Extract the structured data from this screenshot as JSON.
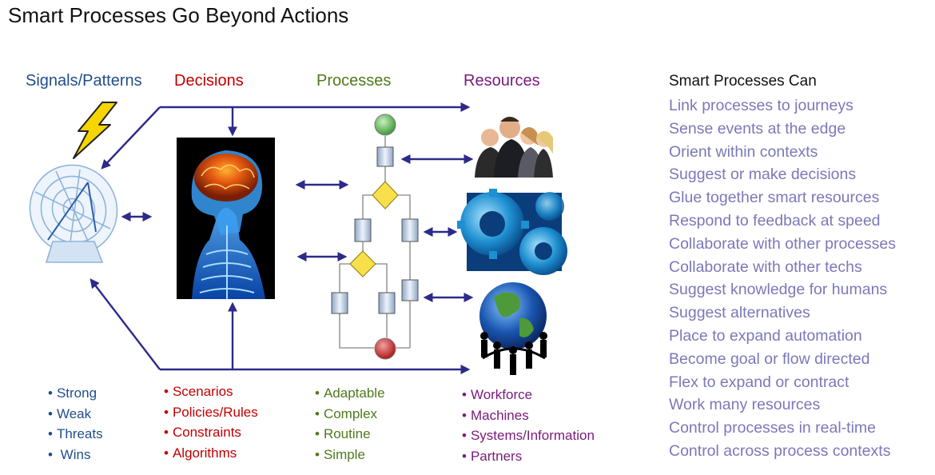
{
  "title": "Smart Processes Go Beyond Actions",
  "colors": {
    "signals": "#1f4e8c",
    "decisions": "#c00000",
    "processes": "#4f7a1c",
    "resources": "#7a1a7a",
    "capabilities": "#7b78b8",
    "arrows": "#2d2a8a"
  },
  "columns": {
    "signals": {
      "heading": "Signals/Patterns",
      "items": [
        "Strong",
        "Weak",
        "Threats",
        " Wins"
      ]
    },
    "decisions": {
      "heading": "Decisions",
      "items": [
        "Scenarios",
        "Policies/Rules",
        "Constraints",
        "Algorithms"
      ]
    },
    "processes": {
      "heading": "Processes",
      "items": [
        "Adaptable",
        "Complex",
        "Routine",
        "Simple"
      ]
    },
    "resources": {
      "heading": "Resources",
      "items": [
        "Workforce",
        "Machines",
        "Systems/Information",
        "Partners"
      ]
    }
  },
  "capabilities": {
    "heading": "Smart Processes Can",
    "items": [
      "Link processes to journeys",
      "Sense events at the edge",
      "Orient within contexts",
      "Suggest or make decisions",
      "Glue together smart resources",
      "Respond to feedback at speed",
      "Collaborate with other processes",
      "Collaborate with other techs",
      "Suggest knowledge for humans",
      "Suggest alternatives",
      "Place to expand automation",
      "Become goal or flow directed",
      "Flex to expand or contract",
      "Work many resources",
      "Control processes in real-time",
      "Control across process contexts"
    ]
  },
  "icons": {
    "signal": "lightning-bolt-icon",
    "sensor": "satellite-dish-icon",
    "decisions": "brain-xray-icon",
    "processes": "flowchart-icon",
    "workforce": "business-people-icon",
    "machines": "gears-icon",
    "partners": "globe-people-icon"
  }
}
